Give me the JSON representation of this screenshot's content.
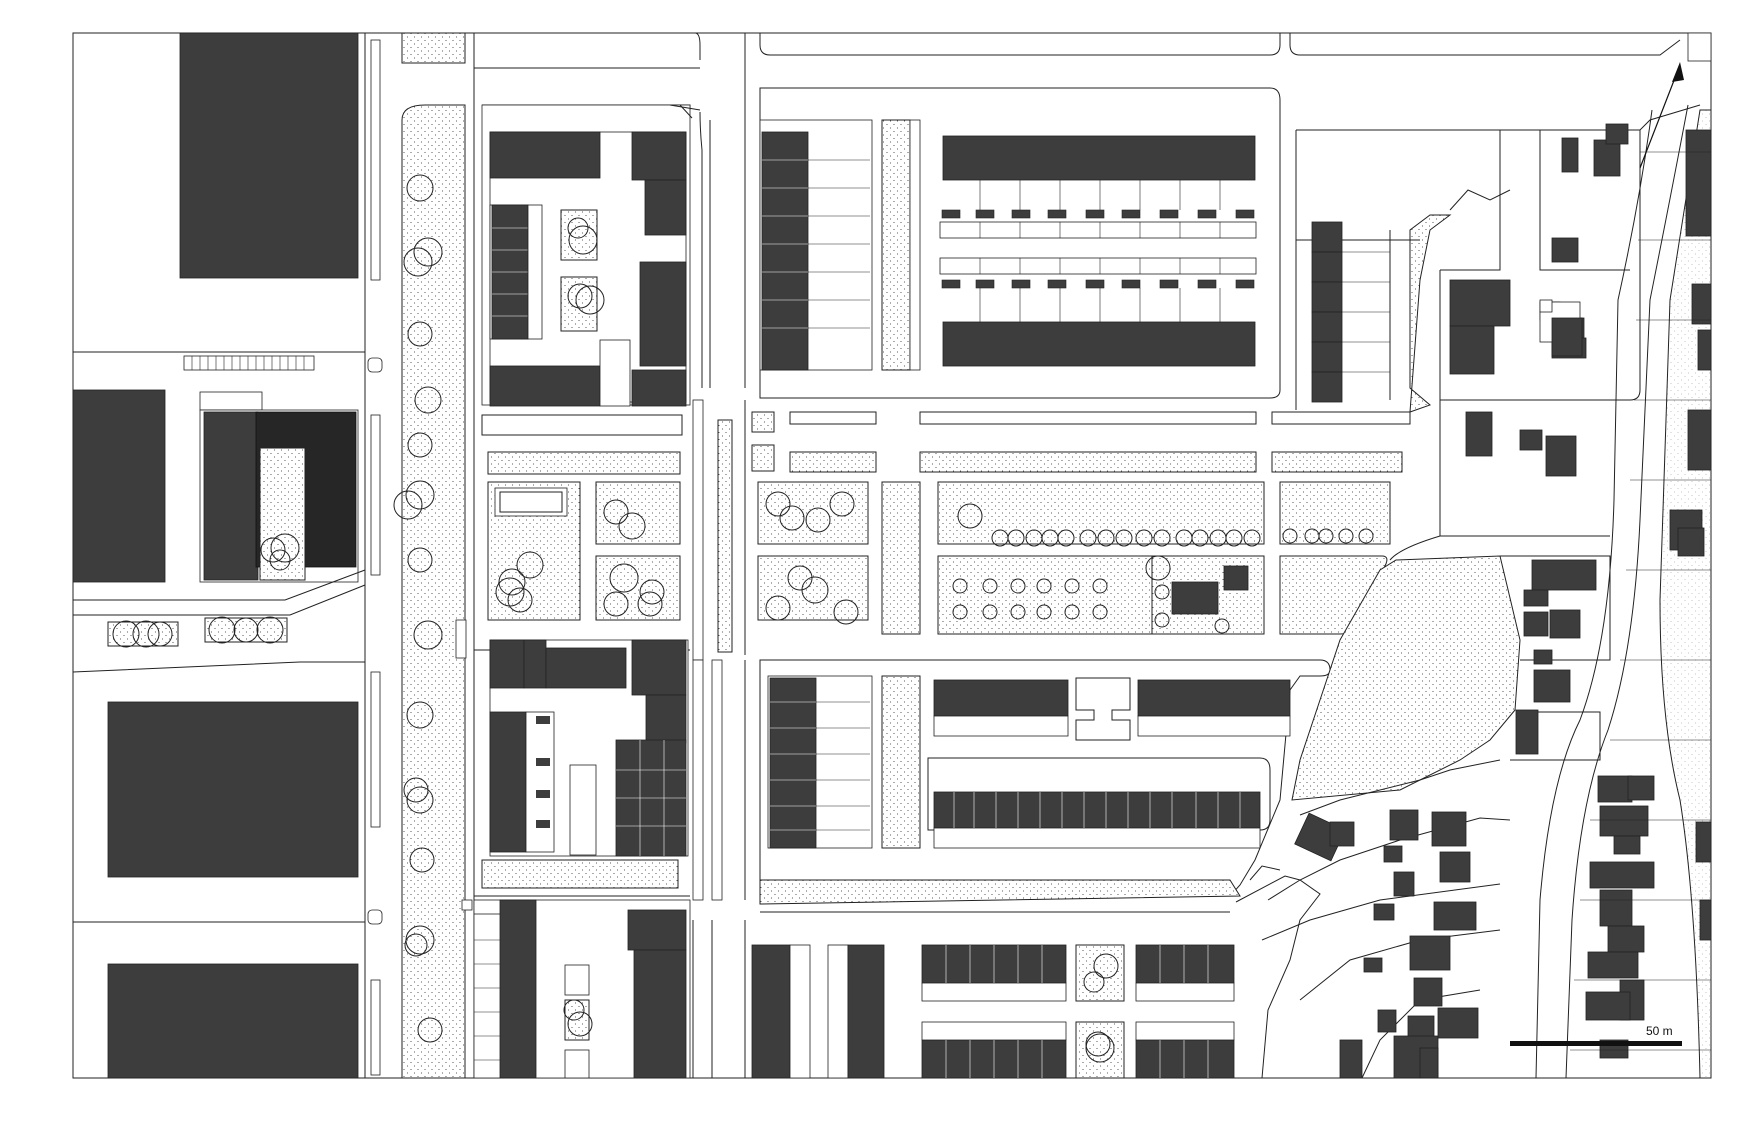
{
  "map": {
    "type": "urban site plan",
    "colors": {
      "background": "#ffffff",
      "building": "#3d3d3d",
      "linework": "#222222",
      "green_space": "dotted"
    },
    "scale_bar": {
      "label": "50 m"
    },
    "north_arrow": "arrow-icon"
  }
}
